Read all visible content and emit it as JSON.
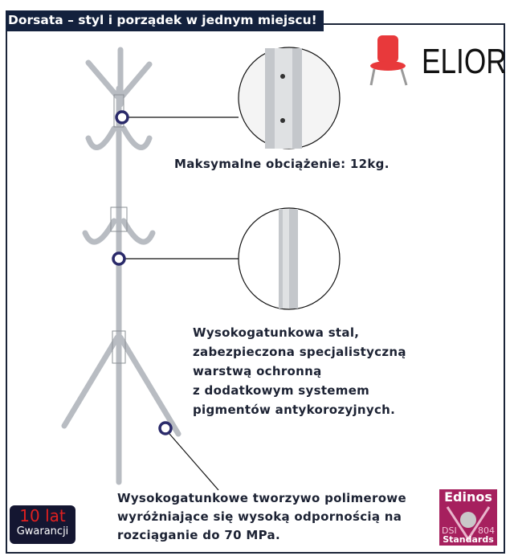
{
  "header": {
    "title": "Dorsata – styl i porządek w jednym miejscu!"
  },
  "brand": {
    "name": "ELIOR"
  },
  "features": [
    {
      "lines": [
        "Maksymalne obciążenie: 12kg."
      ]
    },
    {
      "lines": [
        "Wysokogatunkowa stal,",
        "zabezpieczona specjalistyczną",
        "warstwą ochronną",
        "z dodatkowym systemem",
        "pigmentów antykorozyjnych."
      ]
    },
    {
      "lines": [
        "Wysokogatunkowe tworzywo polimerowe",
        "wyróżniające się wysoką odpornością na",
        "rozciąganie do 70 MPa."
      ]
    }
  ],
  "warranty": {
    "years": "10 lat",
    "label": "Gwarancji"
  },
  "certificate": {
    "name": "Edinos",
    "left": "DSI",
    "right": "804",
    "bottom": "Standards"
  },
  "colors": {
    "navy": "#13213d",
    "red": "#e02020",
    "magenta": "#a6205e"
  }
}
